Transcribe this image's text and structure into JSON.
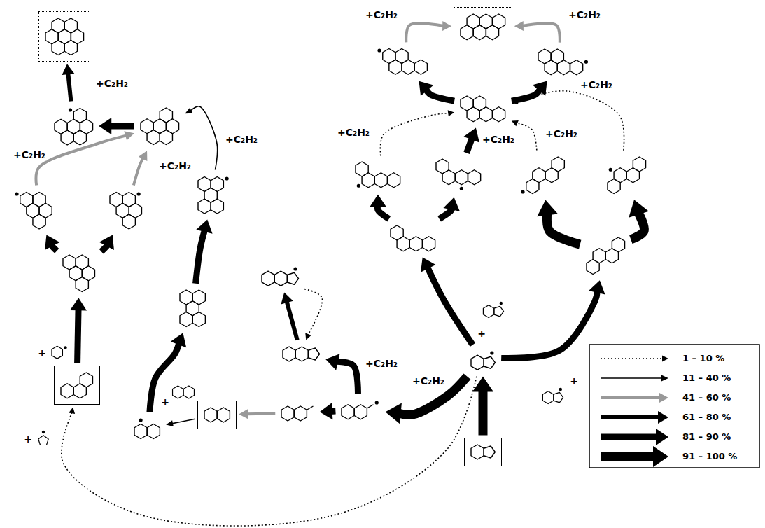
{
  "diagram": {
    "nodes": [
      {
        "text": []
      },
      {
        "text": []
      },
      {
        "text": []
      },
      {
        "text": []
      },
      {
        "text": []
      },
      {
        "text": []
      },
      {
        "text": []
      },
      {
        "text": []
      },
      {
        "text": []
      },
      {
        "text": []
      },
      {
        "text": []
      },
      {
        "text": []
      },
      {
        "text": []
      },
      {
        "text": []
      },
      {
        "text": []
      },
      {
        "text": []
      },
      {
        "text": []
      },
      {
        "text": []
      },
      {
        "text": []
      },
      {
        "text": []
      },
      {
        "text": []
      },
      {
        "text": []
      },
      {
        "text": []
      },
      {
        "text": []
      },
      {
        "text": []
      },
      {
        "text": []
      },
      {
        "text": []
      }
    ],
    "edges": [
      {
        "from": 6,
        "to": 5,
        "arrow": "to",
        "label": "+"
      },
      {
        "from": 5,
        "to": 3,
        "arrow": "to"
      },
      {
        "from": 5,
        "to": 4,
        "arrow": "to"
      },
      {
        "from": 3,
        "to": 2,
        "arrow": "to",
        "label": "+C₂H₂"
      },
      {
        "from": 4,
        "to": 2,
        "arrow": "to",
        "label": "+C₂H₂"
      },
      {
        "from": 2,
        "to": 1,
        "arrow": "to"
      },
      {
        "from": 1,
        "to": 0,
        "arrow": "to",
        "label": "+C₂H₂"
      },
      {
        "from": 10,
        "to": 9,
        "arrow": "to"
      },
      {
        "from": 9,
        "to": 7,
        "arrow": "to",
        "label": "+"
      },
      {
        "from": 7,
        "to": 8,
        "arrow": "to"
      },
      {
        "from": 8,
        "to": 2,
        "arrow": "to",
        "label": "+C₂H₂"
      },
      {
        "from": 11,
        "to": 10,
        "arrow": "to"
      },
      {
        "from": 12,
        "to": 11,
        "arrow": "to"
      },
      {
        "from": 16,
        "to": 12,
        "arrow": "to",
        "label": "+C₂H₂"
      },
      {
        "from": 12,
        "to": 13,
        "arrow": "to",
        "label": "+C₂H₂"
      },
      {
        "from": 13,
        "to": 14,
        "arrow": "to"
      },
      {
        "from": 14,
        "to": 13,
        "arrow": "to"
      },
      {
        "from": 16,
        "to": 6,
        "arrow": "to",
        "label": "+"
      },
      {
        "from": 15,
        "to": 16,
        "arrow": "to"
      },
      {
        "from": 16,
        "to": 17,
        "arrow": "to",
        "label": "+"
      },
      {
        "from": 16,
        "to": 18,
        "arrow": "to",
        "label": "+"
      },
      {
        "from": 17,
        "to": 19,
        "arrow": "to"
      },
      {
        "from": 17,
        "to": 20,
        "arrow": "to"
      },
      {
        "from": 18,
        "to": 21,
        "arrow": "to"
      },
      {
        "from": 18,
        "to": 22,
        "arrow": "to"
      },
      {
        "from": 19,
        "to": 23,
        "arrow": "to",
        "label": "+C₂H₂"
      },
      {
        "from": 20,
        "to": 23,
        "arrow": "to",
        "label": "+C₂H₂"
      },
      {
        "from": 21,
        "to": 23,
        "arrow": "to",
        "label": "+C₂H₂"
      },
      {
        "from": 22,
        "to": 23,
        "arrow": "to",
        "label": "+C₂H₂"
      },
      {
        "from": 23,
        "to": 24,
        "arrow": "to"
      },
      {
        "from": 23,
        "to": 25,
        "arrow": "to"
      },
      {
        "from": 24,
        "to": 26,
        "arrow": "to",
        "label": "+C₂H₂"
      },
      {
        "from": 25,
        "to": 26,
        "arrow": "to",
        "label": "+C₂H₂"
      }
    ],
    "legend": [
      {
        "text": "1 – 10 %"
      },
      {
        "text": "11 – 40 %"
      },
      {
        "text": "41 – 60 %"
      },
      {
        "text": "61 – 80 %"
      },
      {
        "text": "81 – 90 %"
      },
      {
        "text": "91 – 100 %"
      }
    ]
  }
}
